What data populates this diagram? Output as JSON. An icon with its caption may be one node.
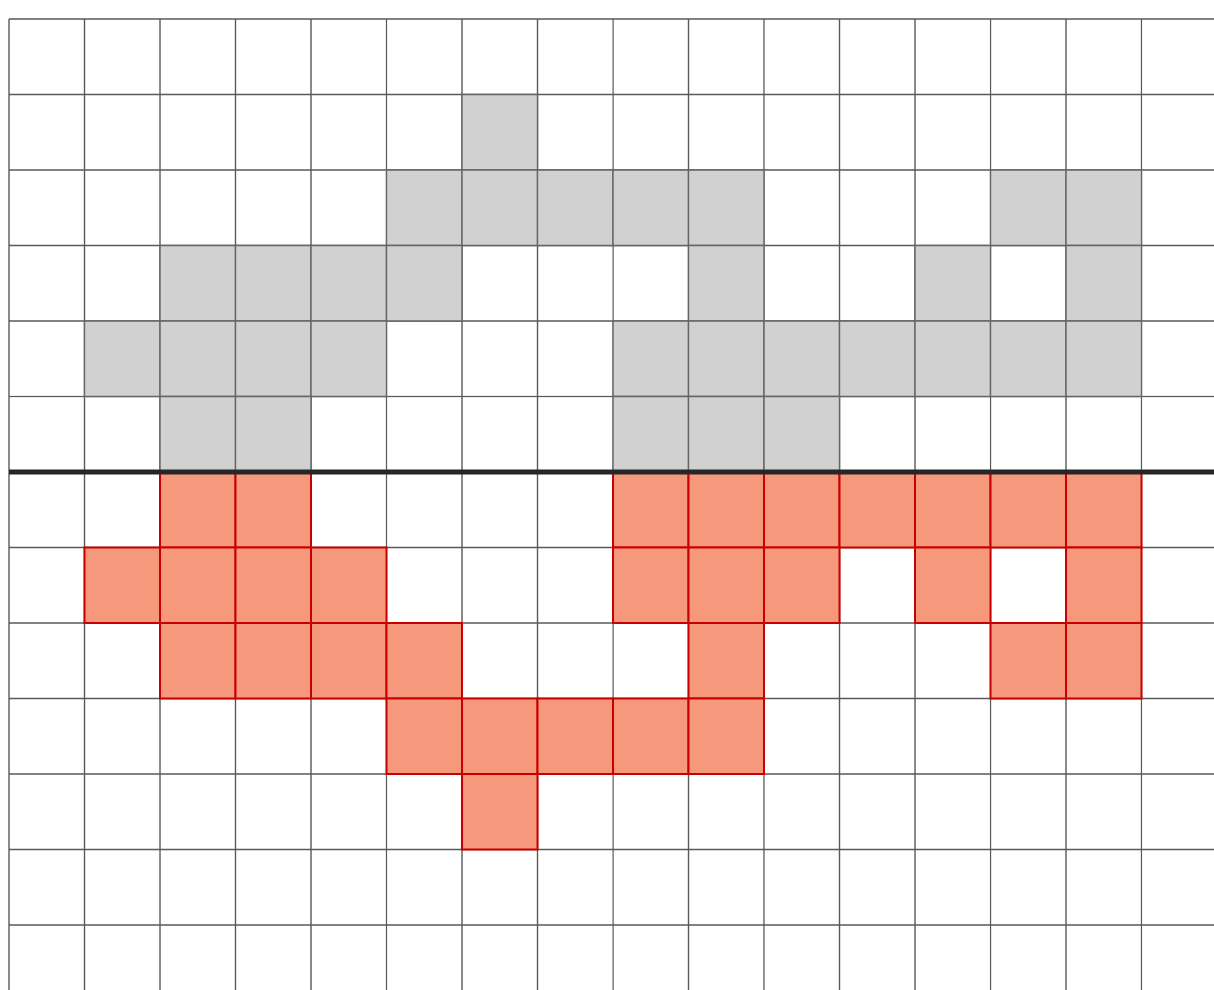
{
  "diagram": {
    "nodes": [
      {
        "text": [],
        "shape": "box"
      },
      {
        "text": [],
        "shape": "box"
      },
      {
        "text": [],
        "shape": "box"
      },
      {
        "text": [],
        "shape": "box"
      },
      {
        "text": [],
        "shape": "box"
      },
      {
        "text": [],
        "shape": "box"
      },
      {
        "text": [],
        "shape": "box"
      },
      {
        "text": [],
        "shape": "box"
      },
      {
        "text": [],
        "shape": "box"
      },
      {
        "text": [],
        "shape": "box"
      },
      {
        "text": [],
        "shape": "box"
      },
      {
        "text": [],
        "shape": "box"
      },
      {
        "text": [],
        "shape": "box"
      },
      {
        "text": [],
        "shape": "box"
      },
      {
        "text": [],
        "shape": "box"
      },
      {
        "text": [],
        "shape": "box"
      },
      {
        "text": [],
        "shape": "box"
      },
      {
        "text": [],
        "shape": "box"
      },
      {
        "text": [],
        "shape": "box"
      },
      {
        "text": [],
        "shape": "box"
      },
      {
        "text": [],
        "shape": "box"
      },
      {
        "text": [],
        "shape": "box"
      },
      {
        "text": [],
        "shape": "box"
      },
      {
        "text": [],
        "shape": "box"
      },
      {
        "text": [],
        "shape": "box"
      },
      {
        "text": [],
        "shape": "box"
      },
      {
        "text": [],
        "shape": "box"
      },
      {
        "text": [],
        "shape": "box"
      },
      {
        "text": [],
        "shape": "box"
      },
      {
        "text": [],
        "shape": "box"
      },
      {
        "text": [],
        "shape": "box"
      },
      {
        "text": [],
        "shape": "box"
      },
      {
        "text": [],
        "shape": "box"
      },
      {
        "text": [],
        "shape": "box"
      },
      {
        "text": [],
        "shape": "box"
      },
      {
        "text": [],
        "shape": "box"
      },
      {
        "text": [],
        "shape": "box"
      },
      {
        "text": [],
        "shape": "box"
      },
      {
        "text": [],
        "shape": "box"
      },
      {
        "text": [],
        "shape": "box"
      },
      {
        "text": [],
        "shape": "box"
      },
      {
        "text": [],
        "shape": "box"
      },
      {
        "text": [],
        "shape": "box"
      },
      {
        "text": [],
        "shape": "box"
      },
      {
        "text": [],
        "shape": "box"
      },
      {
        "text": [],
        "shape": "box"
      },
      {
        "text": [],
        "shape": "box"
      },
      {
        "text": [],
        "shape": "box"
      },
      {
        "text": [],
        "shape": "box"
      },
      {
        "text": [],
        "shape": "box"
      },
      {
        "text": [],
        "shape": "box"
      },
      {
        "text": [],
        "shape": "box"
      },
      {
        "text": [],
        "shape": "box"
      },
      {
        "text": [],
        "shape": "box"
      },
      {
        "text": [],
        "shape": "box"
      },
      {
        "text": [],
        "shape": "box"
      },
      {
        "text": [],
        "shape": "box"
      },
      {
        "text": [],
        "shape": "box"
      },
      {
        "text": [],
        "shape": "box"
      },
      {
        "text": [],
        "shape": "box"
      },
      {
        "text": [],
        "shape": "box"
      },
      {
        "text": [],
        "shape": "box"
      }
    ]
  }
}
